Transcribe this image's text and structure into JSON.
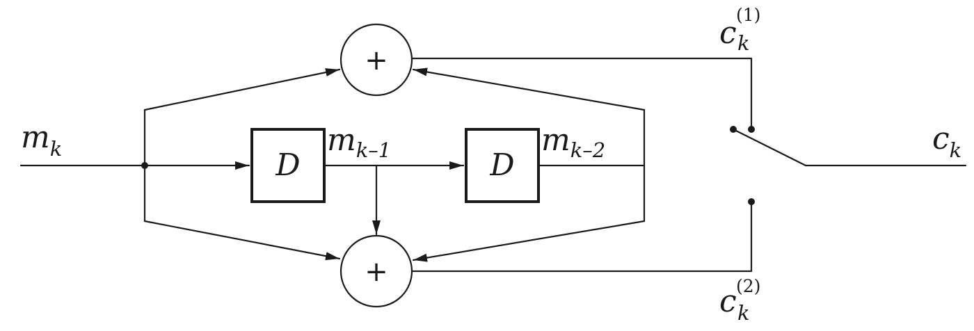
{
  "labels": {
    "input": {
      "main": "m",
      "sub": "k"
    },
    "delay1_out": {
      "main": "m",
      "sub": "k–1"
    },
    "delay2_out": {
      "main": "m",
      "sub": "k–2"
    },
    "output": {
      "main": "c",
      "sub": "k"
    },
    "code1": {
      "main": "c",
      "sub": "k",
      "sup": "(1)"
    },
    "code2": {
      "main": "c",
      "sub": "k",
      "sup": "(2)"
    }
  },
  "blocks": {
    "delay1": "D",
    "delay2": "D",
    "adder_top": "+",
    "adder_bottom": "+"
  }
}
